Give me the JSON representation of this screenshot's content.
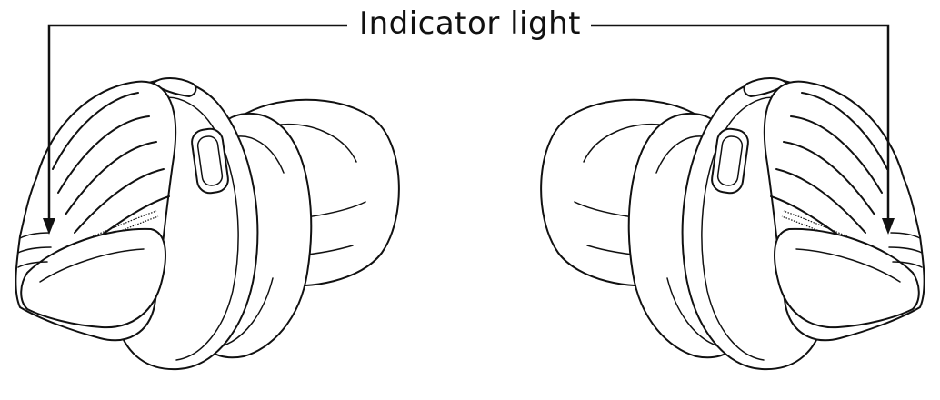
{
  "callout": {
    "label": "Indicator light"
  },
  "figure": {
    "items": [
      "left-earbud",
      "right-earbud"
    ],
    "style": "line-art",
    "line_color": "#111111",
    "background": "#ffffff"
  }
}
